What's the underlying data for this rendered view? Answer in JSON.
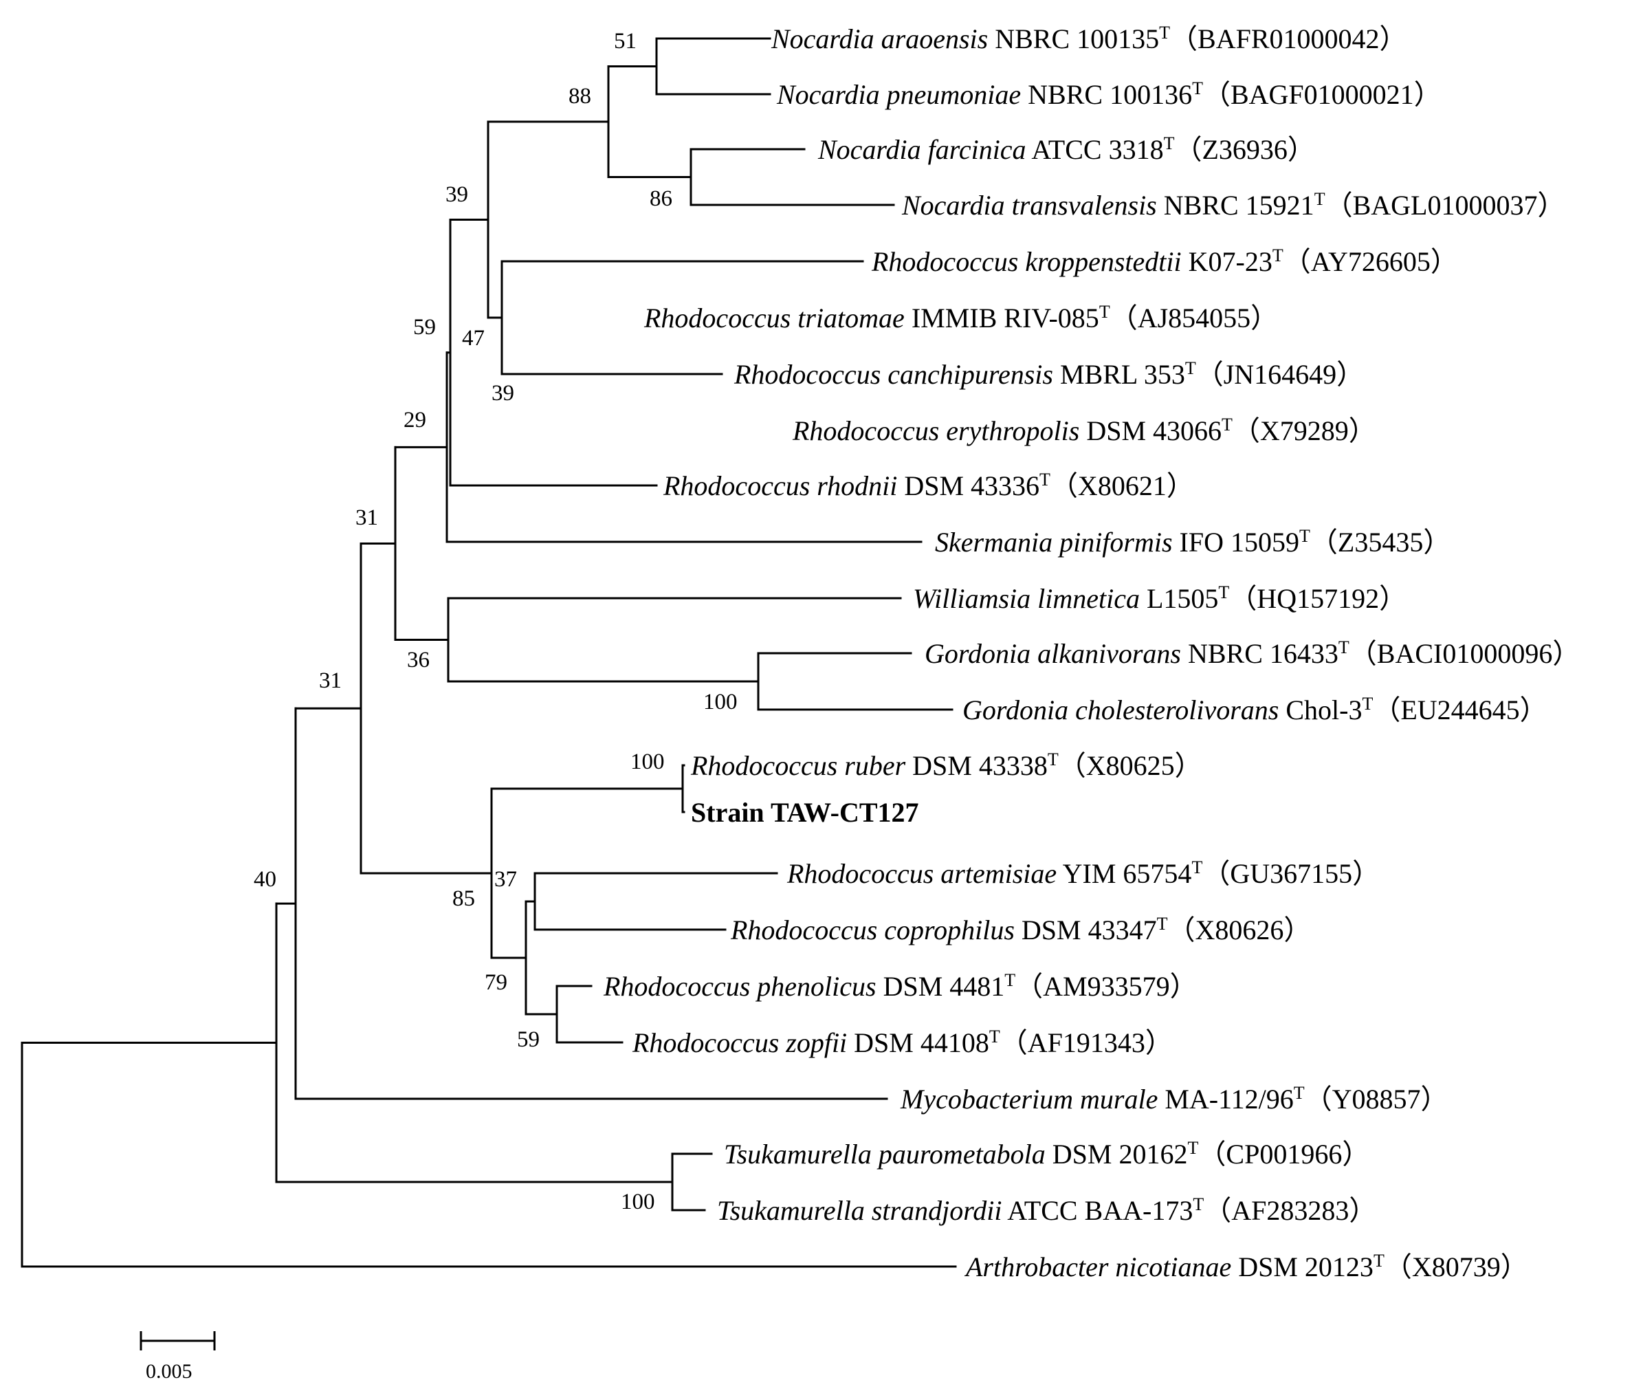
{
  "tree": {
    "taxa": [
      {
        "id": "araoensis",
        "genus_species": "Nocardia araoensis",
        "strain": "NBRC 100135",
        "superscript": "T",
        "accession": "（BAFR01000042）"
      },
      {
        "id": "pneumoniae",
        "genus_species": "Nocardia pneumoniae",
        "strain": "NBRC 100136",
        "superscript": "T",
        "accession": "（BAGF01000021）"
      },
      {
        "id": "farcinica",
        "genus_species": "Nocardia farcinica",
        "strain": "ATCC 3318",
        "superscript": "T",
        "accession": "（Z36936）"
      },
      {
        "id": "transvalensis",
        "genus_species": "Nocardia transvalensis",
        "strain": "NBRC 15921",
        "superscript": "T",
        "accession": "（BAGL01000037）"
      },
      {
        "id": "kroppenstedtii",
        "genus_species": "Rhodococcus kroppenstedtii",
        "strain": "K07-23",
        "superscript": "T",
        "accession": "（AY726605）"
      },
      {
        "id": "triatomae",
        "genus_species": "Rhodococcus triatomae",
        "strain": "IMMIB RIV-085",
        "superscript": "T",
        "accession": "（AJ854055）"
      },
      {
        "id": "canchipurensis",
        "genus_species": "Rhodococcus canchipurensis",
        "strain": "MBRL 353",
        "superscript": "T",
        "accession": "（JN164649）"
      },
      {
        "id": "erythropolis",
        "genus_species": "Rhodococcus erythropolis",
        "strain": "DSM 43066",
        "superscript": "T",
        "accession": "（X79289）"
      },
      {
        "id": "rhodnii",
        "genus_species": "Rhodococcus rhodnii",
        "strain": "DSM 43336",
        "superscript": "T",
        "accession": "（X80621）"
      },
      {
        "id": "skermania",
        "genus_species": "Skermania piniformis",
        "strain": "IFO 15059",
        "superscript": "T",
        "accession": "（Z35435）"
      },
      {
        "id": "williamsia",
        "genus_species": "Williamsia limnetica",
        "strain": "L1505",
        "superscript": "T",
        "accession": "（HQ157192）"
      },
      {
        "id": "alkanivorans",
        "genus_species": "Gordonia alkanivorans",
        "strain": "NBRC 16433",
        "superscript": "T",
        "accession": "（BACI01000096）"
      },
      {
        "id": "cholesterolivorans",
        "genus_species": "Gordonia cholesterolivorans",
        "strain": "Chol-3",
        "superscript": "T",
        "accession": "（EU244645）"
      },
      {
        "id": "ruber",
        "genus_species": "Rhodococcus ruber",
        "strain": "DSM 43338",
        "superscript": "T",
        "accession": "（X80625）"
      },
      {
        "id": "taw",
        "label_bold": "Strain TAW-CT127"
      },
      {
        "id": "artemisiae",
        "genus_species": "Rhodococcus artemisiae",
        "strain": "YIM 65754",
        "superscript": "T",
        "accession": "（GU367155）"
      },
      {
        "id": "coprophilus",
        "genus_species": "Rhodococcus coprophilus",
        "strain": "DSM 43347",
        "superscript": "T",
        "accession": "（X80626）"
      },
      {
        "id": "phenolicus",
        "genus_species": "Rhodococcus phenolicus",
        "strain": "DSM 4481",
        "superscript": "T",
        "accession": "（AM933579）"
      },
      {
        "id": "zopfii",
        "genus_species": "Rhodococcus zopfii",
        "strain": "DSM 44108",
        "superscript": "T",
        "accession": "（AF191343）"
      },
      {
        "id": "murale",
        "genus_species": "Mycobacterium murale",
        "strain": "MA-112/96",
        "superscript": "T",
        "accession": "（Y08857）"
      },
      {
        "id": "paurometabola",
        "genus_species": "Tsukamurella paurometabola",
        "strain": "DSM 20162",
        "superscript": "T",
        "accession": "（CP001966）"
      },
      {
        "id": "strandjordii",
        "genus_species": "Tsukamurella strandjordii",
        "strain": "ATCC BAA-173",
        "superscript": "T",
        "accession": "（AF283283）"
      },
      {
        "id": "arthrobacter",
        "genus_species": "Arthrobacter nicotianae",
        "strain": "DSM 20123",
        "superscript": "T",
        "accession": "（X80739）"
      }
    ],
    "bootstrap_values": [
      "51",
      "88",
      "86",
      "39",
      "47",
      "39",
      "59",
      "29",
      "31",
      "36",
      "100",
      "31",
      "100",
      "37",
      "85",
      "79",
      "59",
      "40",
      "100"
    ],
    "scale_bar": {
      "label": "0.005"
    }
  }
}
